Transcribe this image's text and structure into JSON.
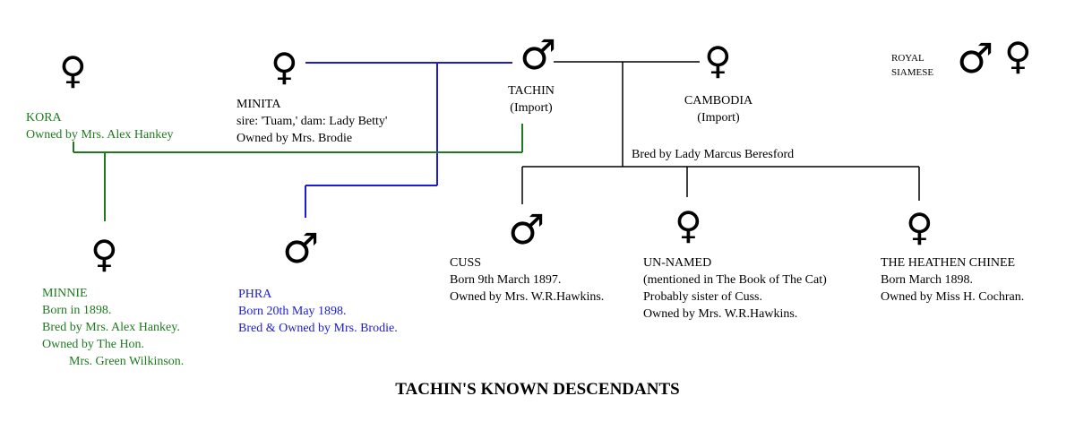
{
  "diagram_title": "TACHIN'S KNOWN DESCENDANTS",
  "colors": {
    "green": "#1f7a1f",
    "blue": "#1c1cd6",
    "black": "#000000"
  },
  "symbols": {
    "female": "♀",
    "male": "♂"
  },
  "cats": {
    "kora": {
      "name": "KORA",
      "line1": "Owned by Mrs. Alex Hankey"
    },
    "minita": {
      "name": "MINITA",
      "line1": "sire: 'Tuam,'  dam: Lady Betty'",
      "line2": "Owned by Mrs. Brodie"
    },
    "tachin": {
      "name": "TACHIN",
      "line1": "(Import)"
    },
    "cambodia": {
      "name": "CAMBODIA",
      "line1": "(Import)"
    },
    "royal_siamese": {
      "line1": "ROYAL",
      "line2": "SIAMESE"
    },
    "minnie": {
      "name": "MINNIE",
      "line1": "Born in 1898.",
      "line2": "Bred by Mrs. Alex Hankey.",
      "line3": "Owned by The Hon.",
      "line4": "Mrs. Green Wilkinson."
    },
    "phra": {
      "name": "PHRA",
      "line1": "Born 20th May 1898.",
      "line2": "Bred & Owned by Mrs. Brodie."
    },
    "cuss": {
      "name": "CUSS",
      "line1": "Born 9th March 1897.",
      "line2": "Owned by Mrs. W.R.Hawkins."
    },
    "unnamed": {
      "name": "UN-NAMED",
      "line1": "(mentioned in The Book of The Cat)",
      "line2": "Probably sister of Cuss.",
      "line3": "Owned by Mrs. W.R.Hawkins."
    },
    "heathen": {
      "name": "THE HEATHEN CHINEE",
      "line1": "Born March 1898.",
      "line2": "Owned by Miss H. Cochran."
    }
  },
  "bred_by_note": "Bred by Lady Marcus Beresford"
}
